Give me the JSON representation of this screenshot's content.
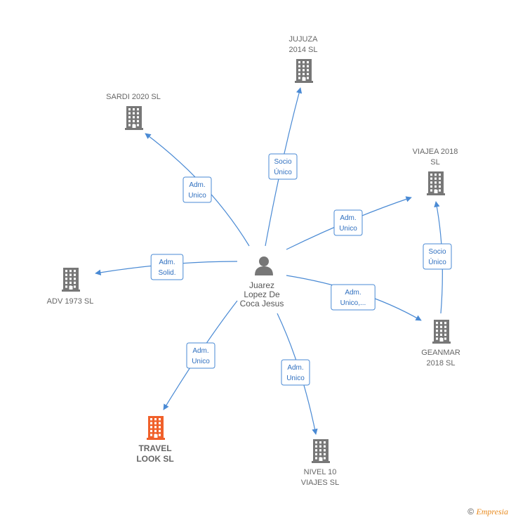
{
  "center": {
    "name_lines": [
      "Juarez",
      "Lopez De",
      "Coca Jesus"
    ],
    "icon": "person-icon"
  },
  "companies": [
    {
      "id": "jujuza",
      "lines": [
        "JUJUZA",
        "2014  SL"
      ],
      "icon": "building-icon",
      "color": "#777777"
    },
    {
      "id": "sardi",
      "lines": [
        "SARDI 2020  SL"
      ],
      "icon": "building-icon",
      "color": "#777777"
    },
    {
      "id": "viajea",
      "lines": [
        "VIAJEA 2018",
        "SL"
      ],
      "icon": "building-icon",
      "color": "#777777"
    },
    {
      "id": "adv",
      "lines": [
        "ADV 1973  SL"
      ],
      "icon": "building-icon",
      "color": "#777777"
    },
    {
      "id": "geanmar",
      "lines": [
        "GEANMAR",
        "2018  SL"
      ],
      "icon": "building-icon",
      "color": "#777777"
    },
    {
      "id": "travel",
      "lines": [
        "TRAVEL",
        "LOOK  SL"
      ],
      "icon": "building-icon",
      "color": "#f0602a",
      "highlight": true
    },
    {
      "id": "nivel",
      "lines": [
        "NIVEL 10",
        "VIAJES  SL"
      ],
      "icon": "building-icon",
      "color": "#777777"
    }
  ],
  "relations": [
    {
      "from": "center",
      "to": "jujuza",
      "label": [
        "Socio",
        "Único"
      ]
    },
    {
      "from": "center",
      "to": "sardi",
      "label": [
        "Adm.",
        "Unico"
      ]
    },
    {
      "from": "center",
      "to": "viajea",
      "label": [
        "Adm.",
        "Unico"
      ]
    },
    {
      "from": "center",
      "to": "adv",
      "label": [
        "Adm.",
        "Solid."
      ]
    },
    {
      "from": "center",
      "to": "geanmar",
      "label": [
        "Adm.",
        "Unico,..."
      ]
    },
    {
      "from": "center",
      "to": "travel",
      "label": [
        "Adm.",
        "Unico"
      ]
    },
    {
      "from": "center",
      "to": "nivel",
      "label": [
        "Adm.",
        "Unico"
      ]
    },
    {
      "from": "geanmar",
      "to": "viajea",
      "label": [
        "Socio",
        "Único"
      ]
    }
  ],
  "colors": {
    "edge": "#4a8ad4",
    "node": "#777777",
    "highlight": "#f0602a"
  },
  "footer": {
    "copyright": "©",
    "brand": "Empresia"
  }
}
